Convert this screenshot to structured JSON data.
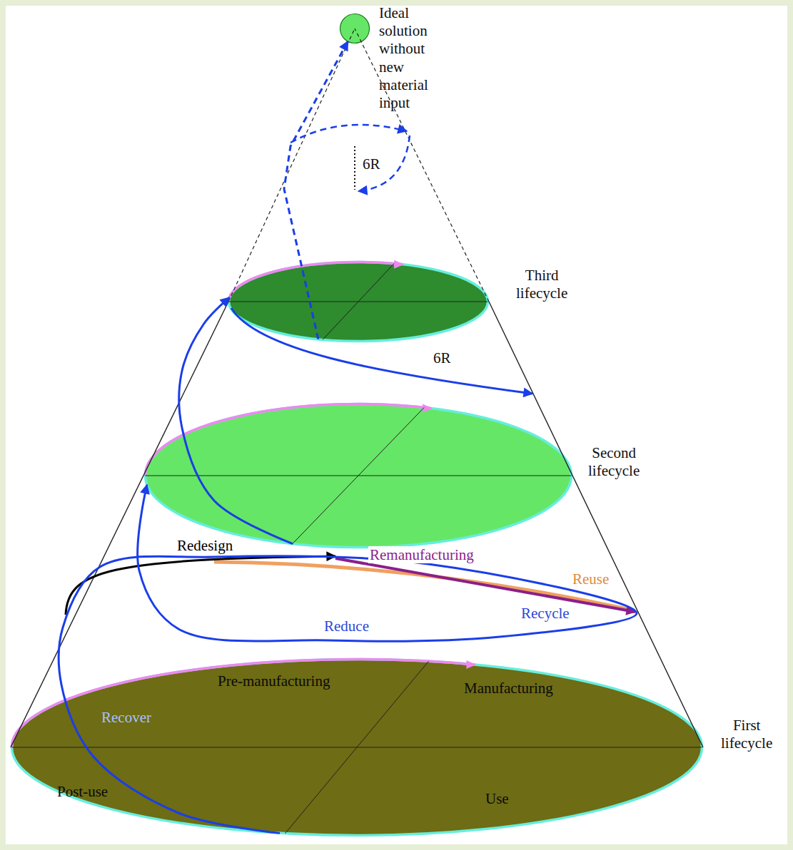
{
  "diagram": {
    "nodes": [
      {
        "text": [
          "Ideal solution without new material input"
        ]
      },
      {
        "text": [
          "Third lifecycle"
        ]
      },
      {
        "text": [
          "Second lifecycle"
        ]
      },
      {
        "text": [
          "Pre-manufacturing",
          "Manufacturing",
          "Post-use",
          "Use",
          "First lifecycle"
        ]
      }
    ],
    "edges": [
      {
        "from": 3,
        "to": 2,
        "arrow": "to"
      },
      {
        "from": 2,
        "to": 1,
        "label": "6R",
        "arrow": "to"
      },
      {
        "from": 1,
        "to": 0,
        "label": "6R",
        "arrow": "to"
      }
    ],
    "labels": [
      "Redesign",
      "Remanufacturing",
      "Reuse",
      "Recycle",
      "Reduce",
      "Recover"
    ]
  }
}
